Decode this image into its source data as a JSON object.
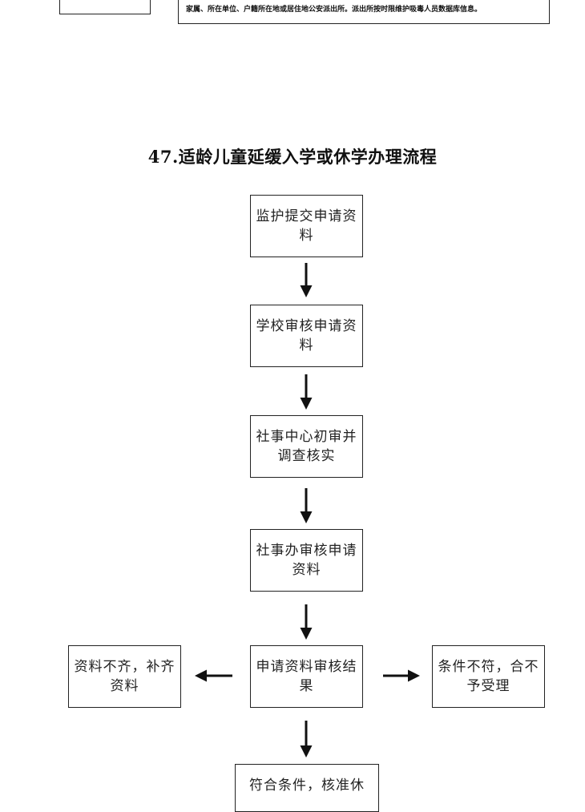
{
  "previous_page": {
    "note_text": "家属、所在单位、户籍所在地或居住地公安派出所。派出所按时限维护吸毒人员数据库信息。"
  },
  "flowchart": {
    "title": "47.适龄儿童延缓入学或休学办理流程",
    "steps": {
      "step1": "监护提交申请资料",
      "step2": "学校审核申请资料",
      "step3": "社事中心初审并调查核实",
      "step4": "社事办审核申请资料",
      "step5": "申请资料审核结果",
      "left_branch": "资料不齐，补齐资料",
      "right_branch": "条件不符，合不予受理",
      "step6": "符合条件，核准休"
    }
  }
}
